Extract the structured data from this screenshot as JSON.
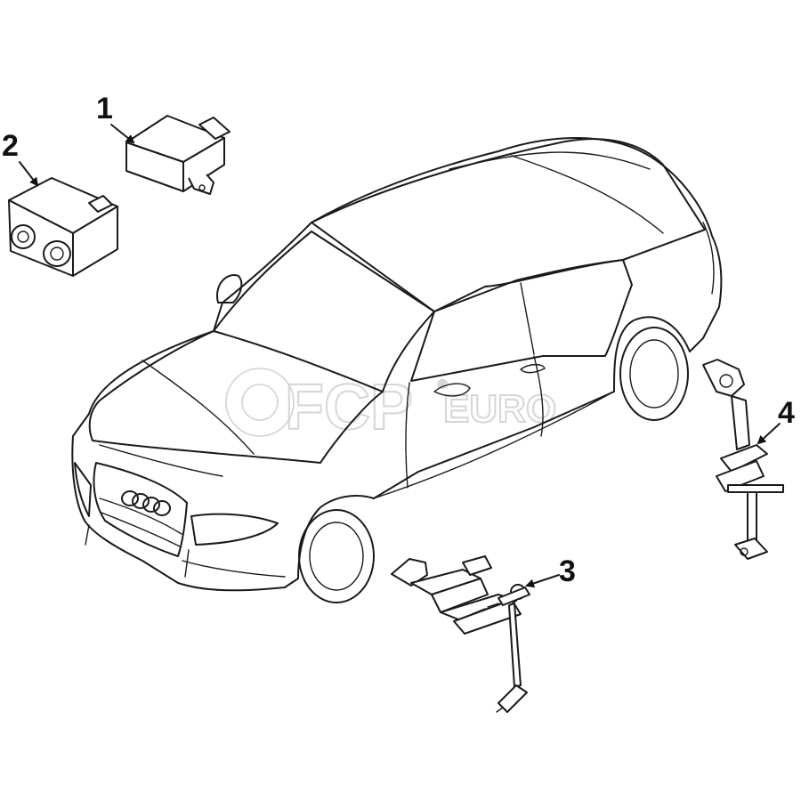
{
  "callouts": [
    {
      "id": "1",
      "label": "1"
    },
    {
      "id": "2",
      "label": "2"
    },
    {
      "id": "3",
      "label": "3"
    },
    {
      "id": "4",
      "label": "4"
    }
  ],
  "watermark": {
    "brand_main": "FCP",
    "brand_secondary": "EURO",
    "registered_mark": "®"
  }
}
